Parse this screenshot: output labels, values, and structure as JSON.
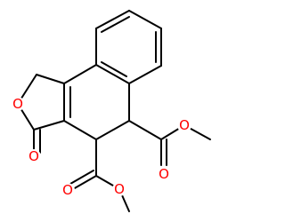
{
  "colors": {
    "background": "#ffffff",
    "bond": "#000000",
    "oxygen": "#ff0000"
  },
  "atoms": {
    "ring_oxygen": "O",
    "lactone_carbonyl_oxygen": "O",
    "ester1_carbonyl_oxygen": "O",
    "ester1_ether_oxygen": "O",
    "ester2_carbonyl_oxygen": "O",
    "ester2_ether_oxygen": "O"
  }
}
